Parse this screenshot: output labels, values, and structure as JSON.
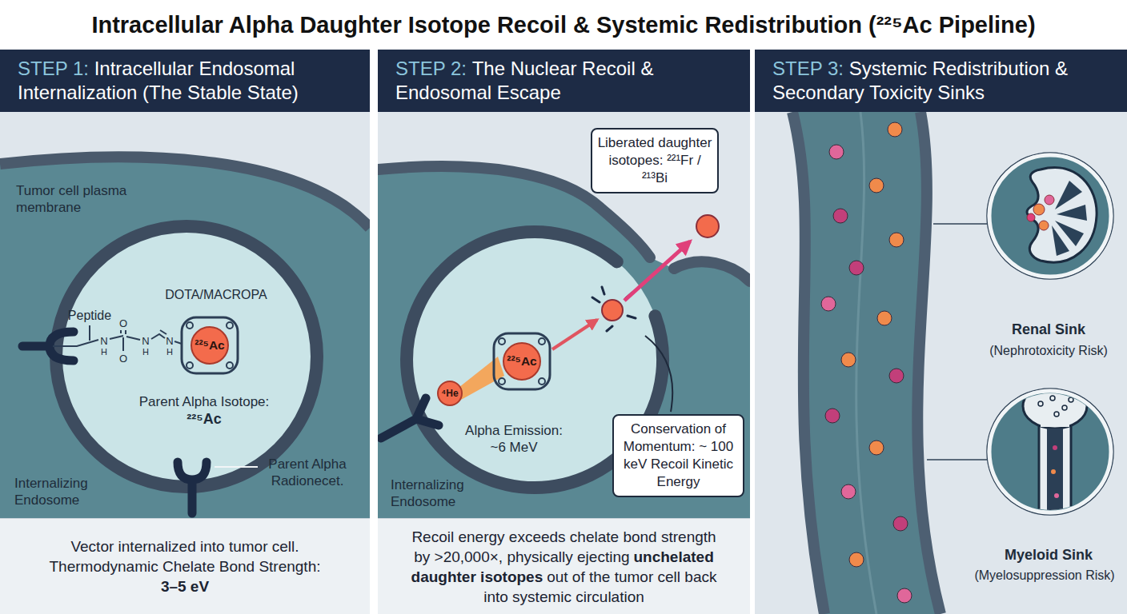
{
  "diagram": {
    "title": "Intracellular Alpha Daughter Isotope Recoil & Systemic Redistribution (²²⁵Ac Pipeline)",
    "nodes": [
      {
        "text": [
          "STEP 1:",
          "Intracellular Endosomal Internalization (The Stable State)",
          "Vector internalized into tumor cell. Thermodynamic Chelate Bond Strength:",
          "3–5 eV"
        ]
      },
      {
        "text": [
          "²²⁵Ac"
        ],
        "in": 0
      },
      {
        "text": [
          "STEP 2:",
          "The Nuclear Recoil & Endosomal Escape",
          "Recoil energy exceeds chelate bond strength by >20,000×, physically ejecting",
          "unchelated daughter isotopes",
          "out of the tumor cell back into systemic circulation"
        ]
      },
      {
        "text": [
          "Liberated daughter isotopes: ²²¹Fr / ²¹³Bi"
        ],
        "in": 2
      },
      {
        "text": [
          "²²⁵Ac"
        ],
        "in": 2
      },
      {
        "text": [
          "⁴He"
        ],
        "in": 2
      },
      {
        "text": [
          "Conservation of Momentum: ~ 100 keV Recoil Kinetic Energy"
        ],
        "in": 2
      },
      {
        "text": [
          "STEP 3:",
          "Systemic Redistribution & Secondary Toxicity Sinks"
        ]
      }
    ],
    "labels": [
      "Tumor cell plasma membrane",
      "Peptide",
      "N",
      "H",
      "O",
      "O",
      "N",
      "H",
      "N",
      "H",
      "DOTA/MACROPA",
      "Parent Alpha Isotope:",
      "²²⁵Ac",
      "Internalizing Endosome",
      "Parent Alpha Radionecet.",
      "Alpha Emission: ~6 MeV",
      "Internalizing Endosome",
      "Renal Sink",
      "(Nephrotoxicity Risk)",
      "Myeloid Sink",
      "(Myelosuppression Risk)"
    ]
  }
}
